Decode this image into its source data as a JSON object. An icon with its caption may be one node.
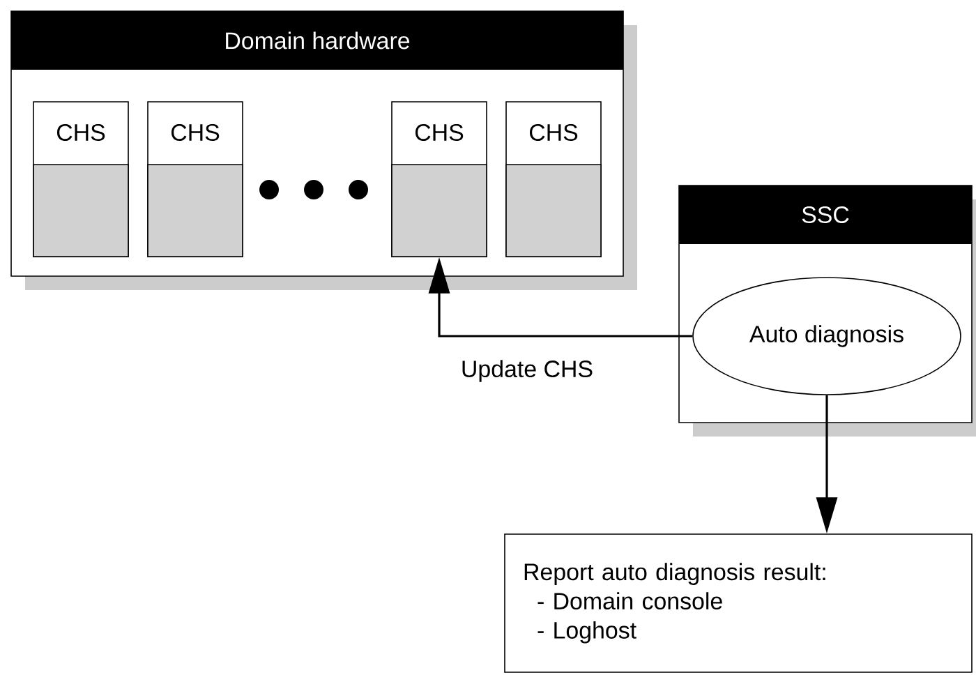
{
  "diagram": {
    "nodes": [
      {
        "text": [
          "Domain hardware"
        ]
      },
      {
        "text": [
          "CHS"
        ],
        "in": 0
      },
      {
        "text": [
          "CHS"
        ],
        "in": 0
      },
      {
        "text": [
          "CHS"
        ],
        "in": 0
      },
      {
        "text": [
          "CHS"
        ],
        "in": 0
      },
      {
        "text": [
          "SSC"
        ]
      },
      {
        "text": [
          "Auto diagnosis"
        ],
        "in": 5
      },
      {
        "text": [
          "Report auto diagnosis result:",
          "- Domain console",
          "- Loghost"
        ]
      }
    ],
    "edges": [
      {
        "from": 6,
        "to": 3,
        "arrow": "to",
        "label": "Update CHS"
      },
      {
        "from": 6,
        "to": 7,
        "arrow": "to"
      }
    ]
  }
}
